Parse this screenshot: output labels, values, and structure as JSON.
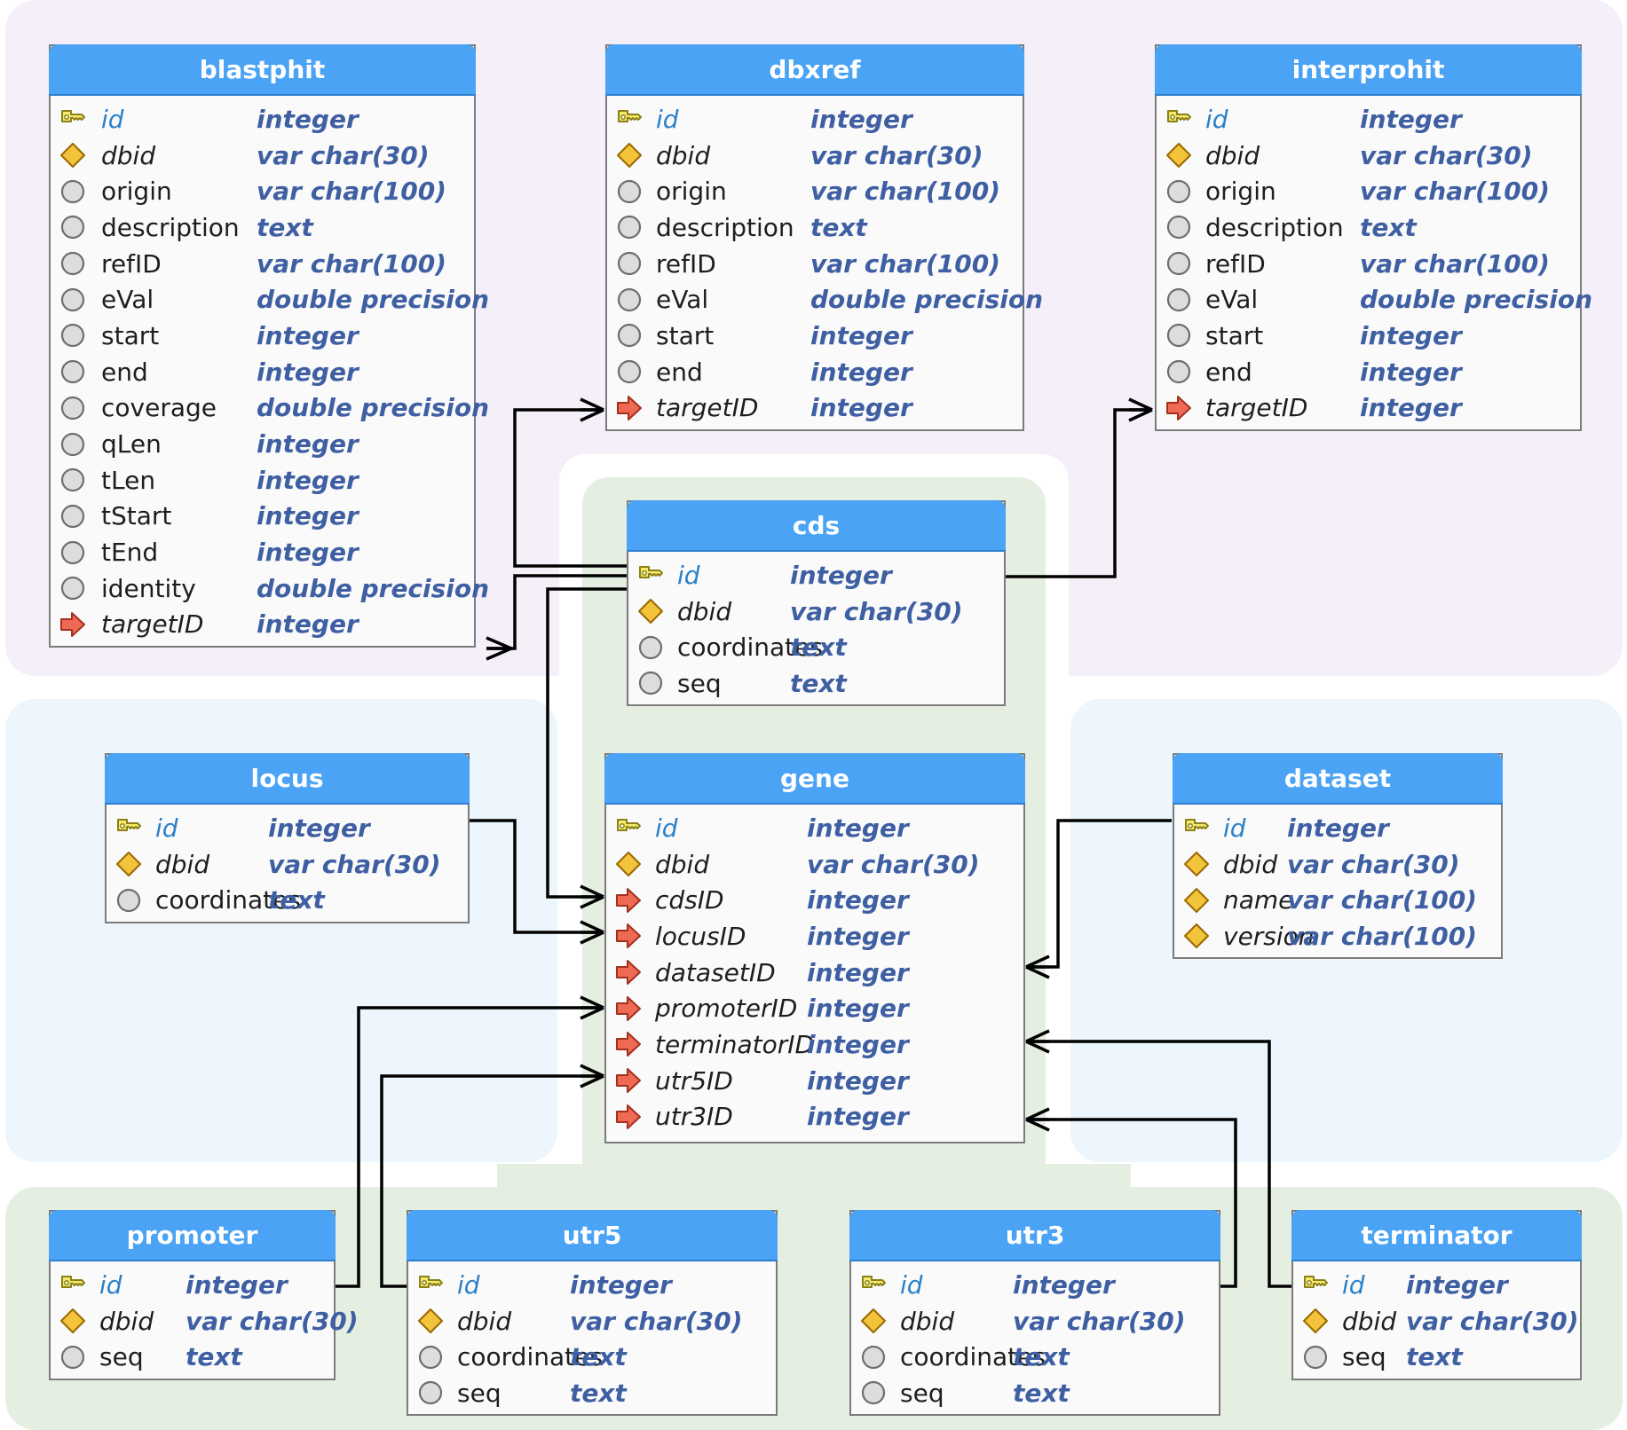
{
  "tables": {
    "blastphit": {
      "title": "blastphit",
      "columns": [
        {
          "icon": "key-icon",
          "name": "id",
          "type": "integer"
        },
        {
          "icon": "diamond-icon",
          "name": "dbid",
          "type": "var char(30)"
        },
        {
          "icon": "circle-icon",
          "name": "origin",
          "type": "var char(100)"
        },
        {
          "icon": "circle-icon",
          "name": "description",
          "type": "text"
        },
        {
          "icon": "circle-icon",
          "name": "refID",
          "type": "var char(100)"
        },
        {
          "icon": "circle-icon",
          "name": "eVal",
          "type": "double precision"
        },
        {
          "icon": "circle-icon",
          "name": "start",
          "type": "integer"
        },
        {
          "icon": "circle-icon",
          "name": "end",
          "type": "integer"
        },
        {
          "icon": "circle-icon",
          "name": "coverage",
          "type": "double precision"
        },
        {
          "icon": "circle-icon",
          "name": "qLen",
          "type": "integer"
        },
        {
          "icon": "circle-icon",
          "name": "tLen",
          "type": "integer"
        },
        {
          "icon": "circle-icon",
          "name": "tStart",
          "type": "integer"
        },
        {
          "icon": "circle-icon",
          "name": "tEnd",
          "type": "integer"
        },
        {
          "icon": "circle-icon",
          "name": "identity",
          "type": "double precision"
        },
        {
          "icon": "arrow-icon",
          "name": "targetID",
          "type": "integer"
        }
      ]
    },
    "dbxref": {
      "title": "dbxref",
      "columns": [
        {
          "icon": "key-icon",
          "name": "id",
          "type": "integer"
        },
        {
          "icon": "diamond-icon",
          "name": "dbid",
          "type": "var char(30)"
        },
        {
          "icon": "circle-icon",
          "name": "origin",
          "type": "var char(100)"
        },
        {
          "icon": "circle-icon",
          "name": "description",
          "type": "text"
        },
        {
          "icon": "circle-icon",
          "name": "refID",
          "type": "var char(100)"
        },
        {
          "icon": "circle-icon",
          "name": "eVal",
          "type": "double precision"
        },
        {
          "icon": "circle-icon",
          "name": "start",
          "type": "integer"
        },
        {
          "icon": "circle-icon",
          "name": "end",
          "type": "integer"
        },
        {
          "icon": "arrow-icon",
          "name": "targetID",
          "type": "integer"
        }
      ]
    },
    "interprohit": {
      "title": "interprohit",
      "columns": [
        {
          "icon": "key-icon",
          "name": "id",
          "type": "integer"
        },
        {
          "icon": "diamond-icon",
          "name": "dbid",
          "type": "var char(30)"
        },
        {
          "icon": "circle-icon",
          "name": "origin",
          "type": "var char(100)"
        },
        {
          "icon": "circle-icon",
          "name": "description",
          "type": "text"
        },
        {
          "icon": "circle-icon",
          "name": "refID",
          "type": "var char(100)"
        },
        {
          "icon": "circle-icon",
          "name": "eVal",
          "type": "double precision"
        },
        {
          "icon": "circle-icon",
          "name": "start",
          "type": "integer"
        },
        {
          "icon": "circle-icon",
          "name": "end",
          "type": "integer"
        },
        {
          "icon": "arrow-icon",
          "name": "targetID",
          "type": "integer"
        }
      ]
    },
    "cds": {
      "title": "cds",
      "columns": [
        {
          "icon": "key-icon",
          "name": "id",
          "type": "integer"
        },
        {
          "icon": "diamond-icon",
          "name": "dbid",
          "type": "var char(30)"
        },
        {
          "icon": "circle-icon",
          "name": "coordinates",
          "type": "text"
        },
        {
          "icon": "circle-icon",
          "name": "seq",
          "type": "text"
        }
      ]
    },
    "locus": {
      "title": "locus",
      "columns": [
        {
          "icon": "key-icon",
          "name": "id",
          "type": "integer"
        },
        {
          "icon": "diamond-icon",
          "name": "dbid",
          "type": "var char(30)"
        },
        {
          "icon": "circle-icon",
          "name": "coordinates",
          "type": "text"
        }
      ]
    },
    "gene": {
      "title": "gene",
      "columns": [
        {
          "icon": "key-icon",
          "name": "id",
          "type": "integer"
        },
        {
          "icon": "diamond-icon",
          "name": "dbid",
          "type": "var char(30)"
        },
        {
          "icon": "arrow-icon",
          "name": "cdsID",
          "type": "integer"
        },
        {
          "icon": "arrow-icon",
          "name": "locusID",
          "type": "integer"
        },
        {
          "icon": "arrow-icon",
          "name": "datasetID",
          "type": "integer"
        },
        {
          "icon": "arrow-icon",
          "name": "promoterID",
          "type": "integer"
        },
        {
          "icon": "arrow-icon",
          "name": "terminatorID",
          "type": "integer"
        },
        {
          "icon": "arrow-icon",
          "name": "utr5ID",
          "type": "integer"
        },
        {
          "icon": "arrow-icon",
          "name": "utr3ID",
          "type": "integer"
        }
      ]
    },
    "dataset": {
      "title": "dataset",
      "columns": [
        {
          "icon": "key-icon",
          "name": "id",
          "type": "integer"
        },
        {
          "icon": "diamond-icon",
          "name": "dbid",
          "type": "var char(30)"
        },
        {
          "icon": "diamond-icon",
          "name": "name",
          "type": "var char(100)"
        },
        {
          "icon": "diamond-icon",
          "name": "version",
          "type": "var char(100)"
        }
      ]
    },
    "promoter": {
      "title": "promoter",
      "columns": [
        {
          "icon": "key-icon",
          "name": "id",
          "type": "integer"
        },
        {
          "icon": "diamond-icon",
          "name": "dbid",
          "type": "var char(30)"
        },
        {
          "icon": "circle-icon",
          "name": "seq",
          "type": "text"
        }
      ]
    },
    "utr5": {
      "title": "utr5",
      "columns": [
        {
          "icon": "key-icon",
          "name": "id",
          "type": "integer"
        },
        {
          "icon": "diamond-icon",
          "name": "dbid",
          "type": "var char(30)"
        },
        {
          "icon": "circle-icon",
          "name": "coordinates",
          "type": "text"
        },
        {
          "icon": "circle-icon",
          "name": "seq",
          "type": "text"
        }
      ]
    },
    "utr3": {
      "title": "utr3",
      "columns": [
        {
          "icon": "key-icon",
          "name": "id",
          "type": "integer"
        },
        {
          "icon": "diamond-icon",
          "name": "dbid",
          "type": "var char(30)"
        },
        {
          "icon": "circle-icon",
          "name": "coordinates",
          "type": "text"
        },
        {
          "icon": "circle-icon",
          "name": "seq",
          "type": "text"
        }
      ]
    },
    "terminator": {
      "title": "terminator",
      "columns": [
        {
          "icon": "key-icon",
          "name": "id",
          "type": "integer"
        },
        {
          "icon": "diamond-icon",
          "name": "dbid",
          "type": "var char(30)"
        },
        {
          "icon": "circle-icon",
          "name": "seq",
          "type": "text"
        }
      ]
    }
  },
  "colors": {
    "header": "#4aa3f5",
    "pk_name": "#2a80c9",
    "type_text": "#3f5fa3",
    "region_purple": "#f5eff9",
    "region_blue": "#ecf6fc",
    "region_green": "#e5efe1",
    "key_fill": "#f3ea6a",
    "diamond_fill": "#f3c33c",
    "arrow_fill": "#ee6a55",
    "circle_fill": "#dddddd"
  },
  "relations": [
    {
      "from": "dbxref.targetID",
      "to": "cds.id"
    },
    {
      "from": "blastphit.targetID",
      "to": "cds.id"
    },
    {
      "from": "interprohit.targetID",
      "to": "cds.id"
    },
    {
      "from": "gene.cdsID",
      "to": "cds.id"
    },
    {
      "from": "gene.locusID",
      "to": "locus.id"
    },
    {
      "from": "gene.datasetID",
      "to": "dataset.id"
    },
    {
      "from": "gene.promoterID",
      "to": "promoter.id"
    },
    {
      "from": "gene.terminatorID",
      "to": "terminator.id"
    },
    {
      "from": "gene.utr5ID",
      "to": "utr5.id"
    },
    {
      "from": "gene.utr3ID",
      "to": "utr3.id"
    }
  ]
}
